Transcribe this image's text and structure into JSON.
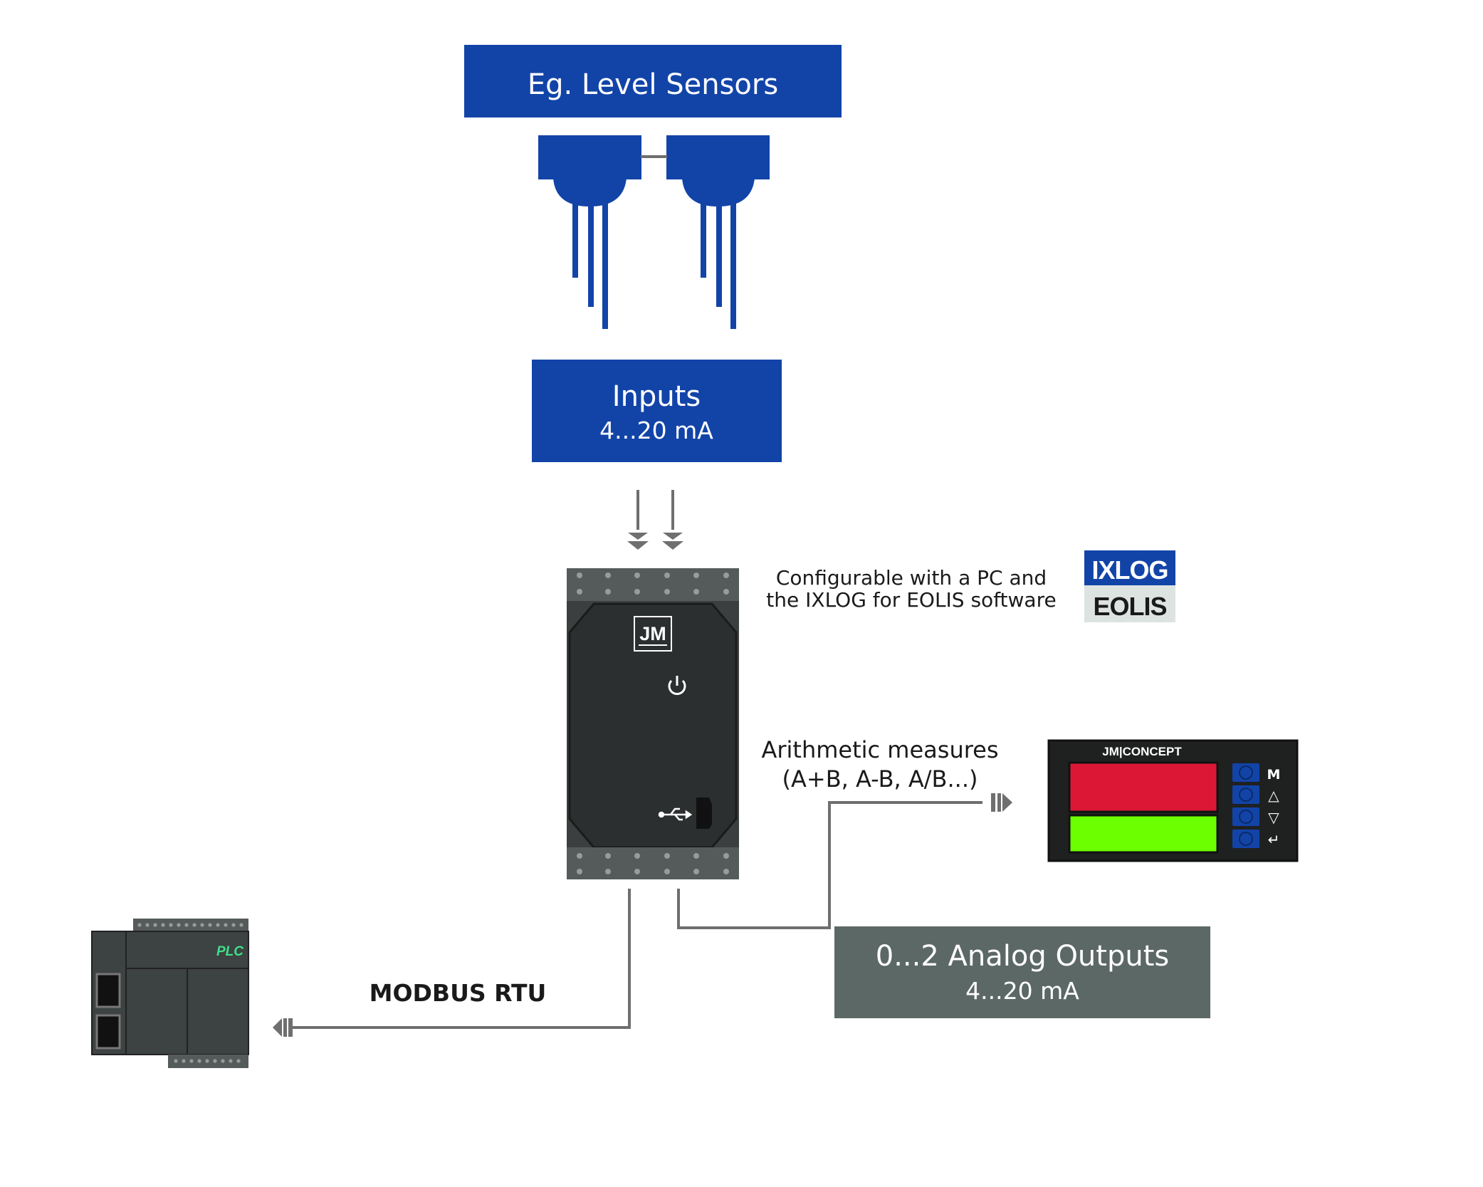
{
  "sensors": {
    "title": "Eg. Level Sensors"
  },
  "inputs": {
    "title": "Inputs",
    "range": "4...20 mA"
  },
  "config": {
    "line1": "Configurable with a PC and",
    "line2": "the IXLOG for EOLIS software"
  },
  "software_logo": {
    "top": "IXLOG",
    "bottom": "EOLIS"
  },
  "module": {
    "logo": "JM"
  },
  "arithmetic": {
    "line1": "Arithmetic measures",
    "line2": "(A+B, A-B, A/B...)"
  },
  "display": {
    "brand": "JM|CONCEPT",
    "button_m": "M",
    "button_up": "△",
    "button_down": "▽",
    "button_enter": "↵"
  },
  "outputs": {
    "title": "0...2  Analog Outputs",
    "range": "4...20 mA"
  },
  "modbus": {
    "label": "MODBUS RTU"
  },
  "plc": {
    "label": "PLC"
  },
  "colors": {
    "blue": "#1244a8",
    "gray_box": "#5c6866",
    "module": "#2b2f2f",
    "red": "#dc1736",
    "green": "#6bff00"
  }
}
